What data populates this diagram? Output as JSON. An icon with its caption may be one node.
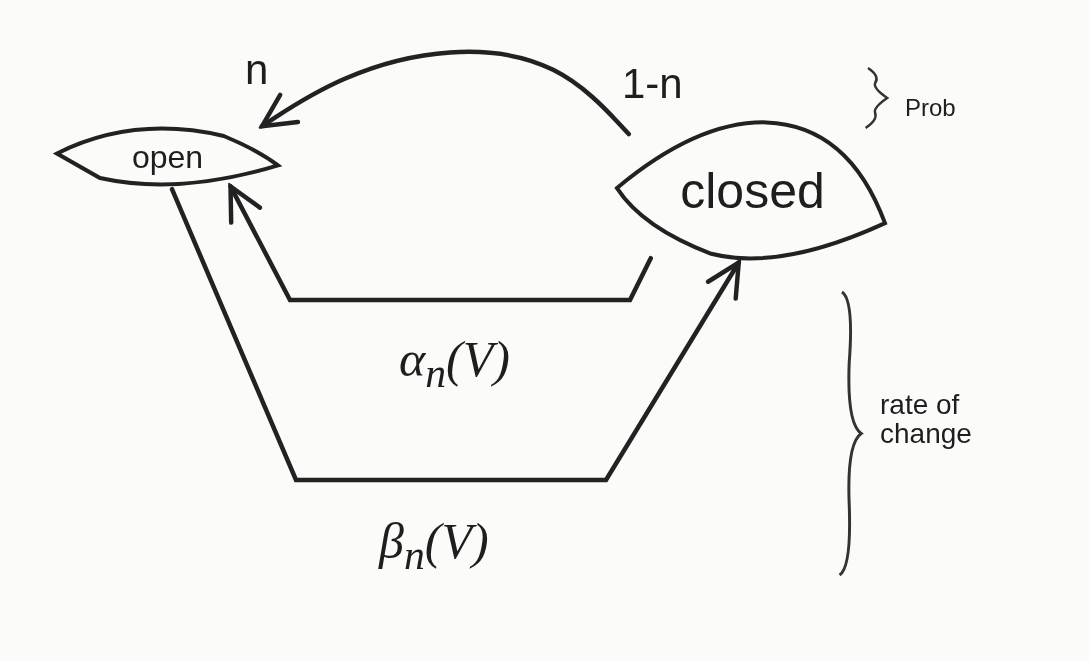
{
  "diagram": {
    "nodes": [
      {
        "text": [
          "open"
        ]
      },
      {
        "text": [
          "closed"
        ]
      }
    ],
    "edges": [
      {
        "from": 1,
        "to": 0,
        "arrow": "to"
      },
      {
        "from": 1,
        "to": 0,
        "arrow": "to",
        "label": "α$_{n}$(V)"
      },
      {
        "from": 0,
        "to": 1,
        "arrow": "to",
        "label": "β$_{n}$(V)"
      }
    ],
    "labels": [
      "n",
      "1-n",
      "Prob",
      "rate of change"
    ]
  }
}
